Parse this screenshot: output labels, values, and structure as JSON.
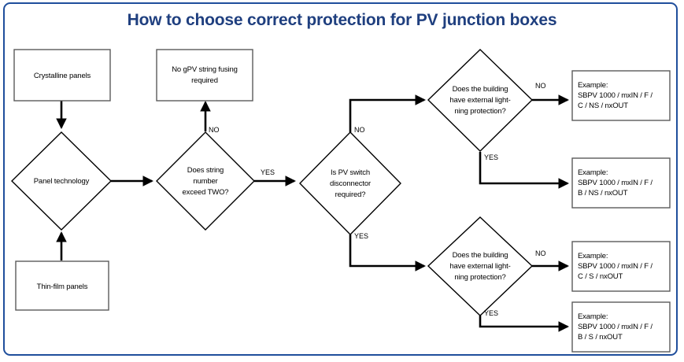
{
  "page": {
    "title": "How to choose correct protection for PV junction boxes",
    "border_color": "#1F4E9C",
    "title_color": "#1F3F7F",
    "background": "#ffffff"
  },
  "nodes": {
    "crystalline": {
      "label": "Crystalline panels",
      "shape": "rectangle"
    },
    "thinfilm": {
      "label": "Thin-film panels",
      "shape": "rectangle"
    },
    "no_fusing": {
      "label_line1": "No gPV string fusing",
      "label_line2": "required",
      "shape": "rectangle"
    },
    "panel_tech": {
      "label": "Panel technology",
      "shape": "diamond"
    },
    "string_number": {
      "label_line1": "Does string",
      "label_line2": "number",
      "label_line3": "exceed TWO?",
      "shape": "diamond"
    },
    "pv_switch": {
      "label_line1": "Is PV switch",
      "label_line2": "disconnector",
      "label_line3": "required?",
      "shape": "diamond"
    },
    "lightning_top": {
      "label_line1": "Does the building",
      "label_line2": "have external light-",
      "label_line3": "ning protection?",
      "shape": "diamond"
    },
    "lightning_bottom": {
      "label_line1": "Does the building",
      "label_line2": "have external light-",
      "label_line3": "ning protection?",
      "shape": "diamond"
    }
  },
  "examples": [
    {
      "heading": "Example:",
      "line1": "SBPV 1000 / mxIN / F /",
      "line2": "C / NS / nxOUT"
    },
    {
      "heading": "Example:",
      "line1": "SBPV 1000 / mxIN / F /",
      "line2": "B / NS / nxOUT"
    },
    {
      "heading": "Example:",
      "line1": "SBPV 1000 / mxIN / F /",
      "line2": "C / S / nxOUT"
    },
    {
      "heading": "Example:",
      "line1": "SBPV 1000 / mxIN / F /",
      "line2": "B / S / nxOUT"
    }
  ],
  "edge_labels": {
    "string_no": "NO",
    "string_yes": "YES",
    "pvswitch_no": "NO",
    "pvswitch_yes": "YES",
    "lightning_top_no": "NO",
    "lightning_top_yes": "YES",
    "lightning_bottom_no": "NO",
    "lightning_bottom_yes": "YES"
  }
}
